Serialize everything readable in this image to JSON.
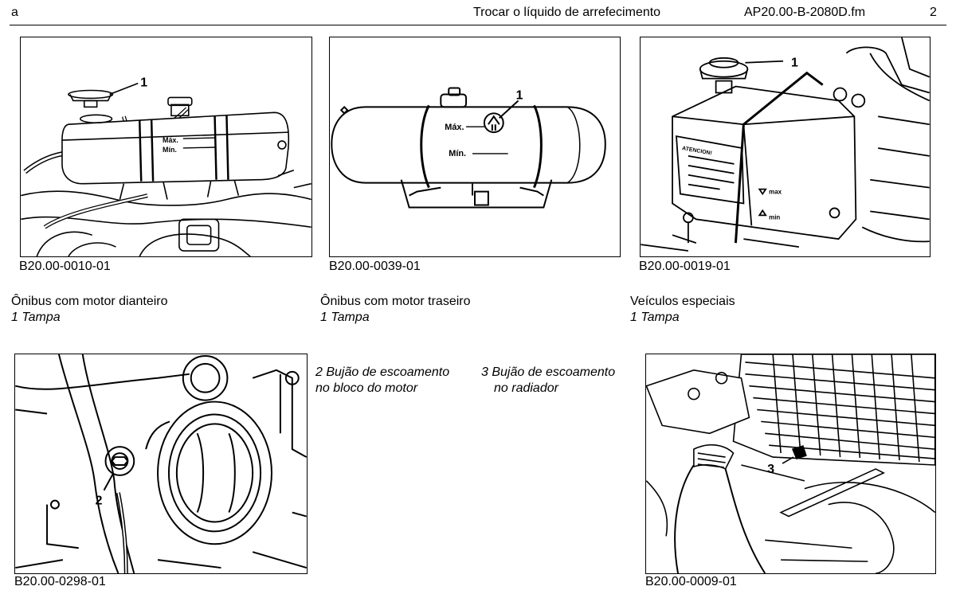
{
  "header": {
    "section_letter": "a",
    "title": "Trocar o líquido de arrefecimento",
    "file_name": "AP20.00-B-2080D.fm",
    "page_number": "2"
  },
  "figures": [
    {
      "id": "B20.00-0010-01",
      "callouts": [
        "1"
      ],
      "tank_labels": {
        "max": "Máx.",
        "min": "Mín."
      },
      "caption_title": "Ônibus com motor dianteiro",
      "caption_item": "1  Tampa"
    },
    {
      "id": "B20.00-0039-01",
      "callouts": [
        "1"
      ],
      "tank_labels": {
        "max": "Máx.",
        "min": "Mín."
      },
      "caption_title": "Ônibus com motor traseiro",
      "caption_item": "1  Tampa"
    },
    {
      "id": "B20.00-0019-01",
      "callouts": [
        "1"
      ],
      "tank_labels": {
        "warning": "ATENCION!",
        "max": "max",
        "min": "min"
      },
      "caption_title": "Veículos especiais",
      "caption_item": "1  Tampa"
    },
    {
      "id": "B20.00-0298-01",
      "callouts": [
        "2"
      ]
    },
    {
      "id": "B20.00-0009-01",
      "callouts": [
        "3"
      ]
    }
  ],
  "legend": {
    "item2_line1": "2  Bujão de escoamento",
    "item2_line2": "no bloco do motor",
    "item3_line1": "3  Bujão de escoamento",
    "item3_line2": "no radiador"
  }
}
